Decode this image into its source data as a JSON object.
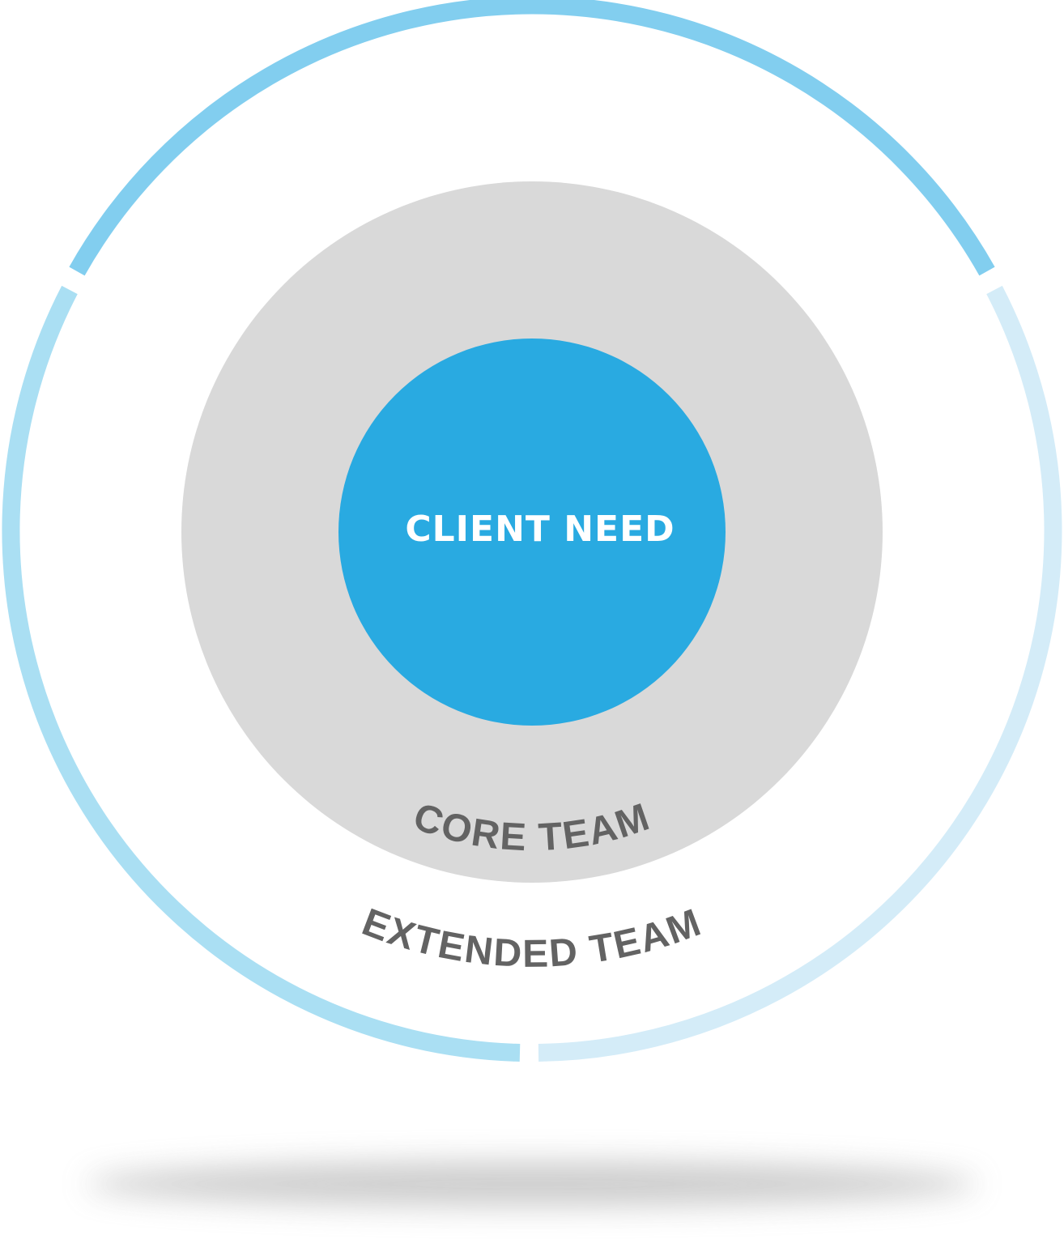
{
  "diagram": {
    "center_label": "CLIENT NEED",
    "core_label": "CORE TEAM",
    "extended_label": "EXTENDED TEAM"
  },
  "colors": {
    "center_fill": "#29aae1",
    "core_fill": "#d9d9d9",
    "ring_top": "#82ceef",
    "ring_left": "#aadff3",
    "ring_right": "#d4ecf8",
    "label_gray": "#636363",
    "center_text": "#ffffff",
    "shadow": "#c8c8c8"
  }
}
